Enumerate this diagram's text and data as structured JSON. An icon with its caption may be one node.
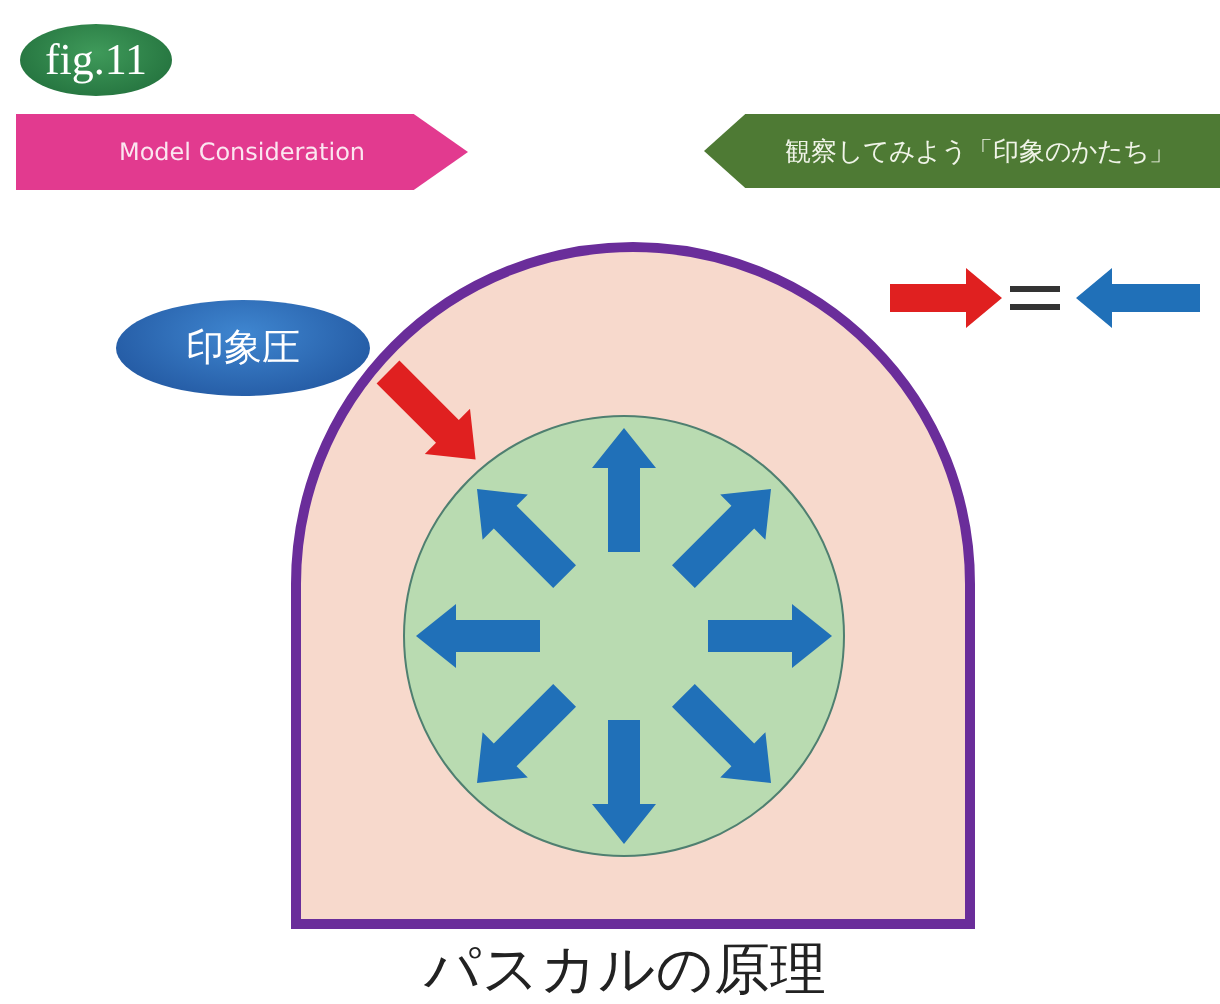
{
  "diagram": {
    "caption": "パスカルの原理",
    "nodes": [
      {
        "text": [
          "Model Consideration"
        ]
      },
      {
        "text": [
          "観察してみよう「印象のかたち」"
        ]
      },
      {
        "text": [
          "印象圧"
        ]
      }
    ],
    "labels": [
      "fig.11"
    ]
  }
}
